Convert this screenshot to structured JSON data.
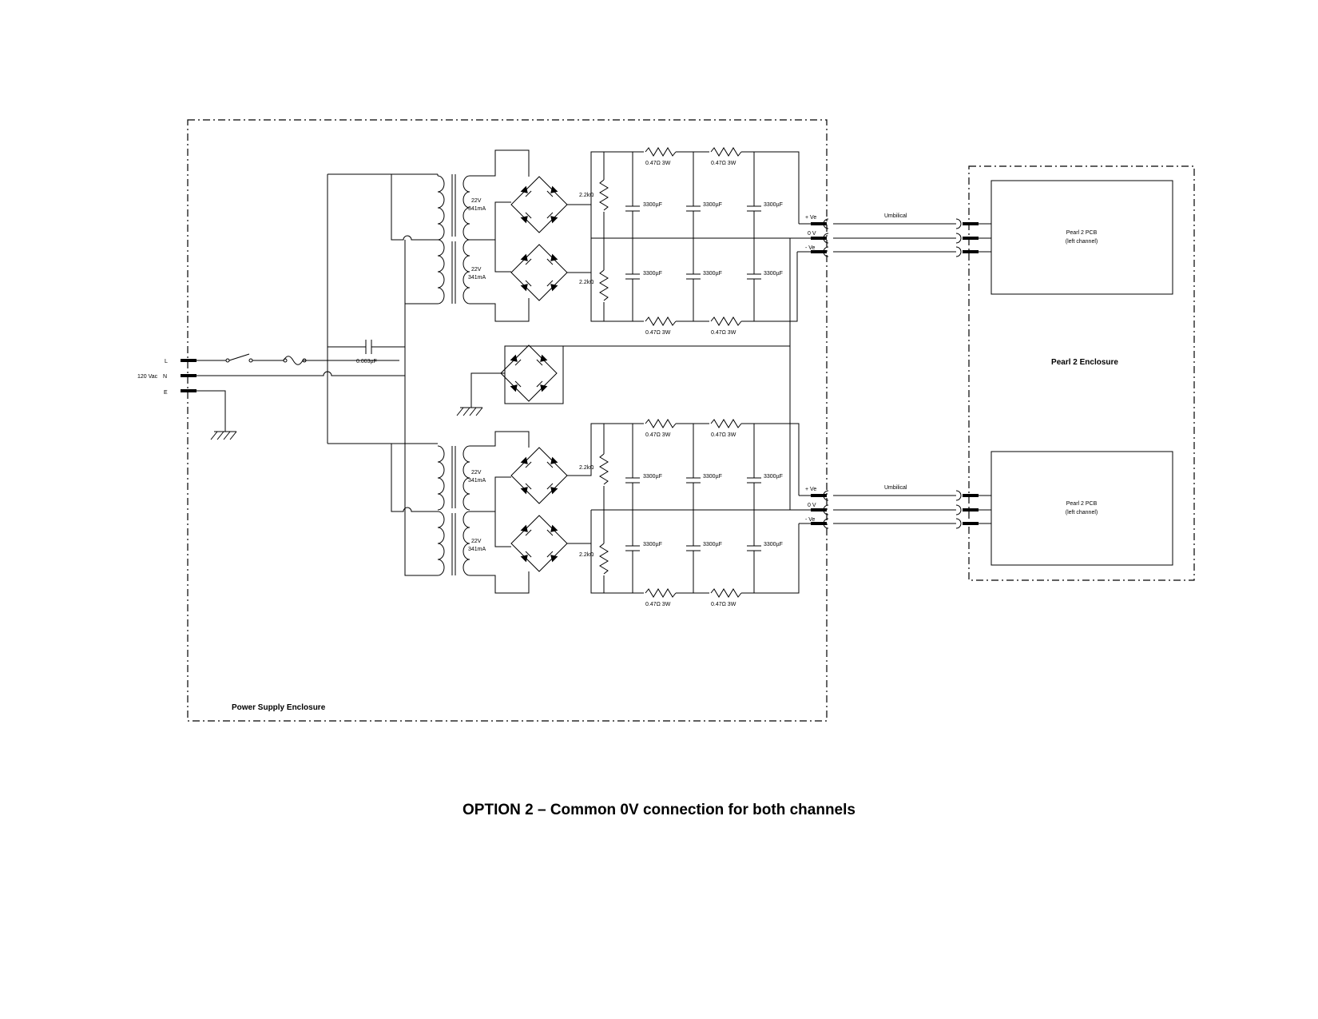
{
  "caption": "OPTION 2 – Common 0V connection for both channels",
  "psu": {
    "enclosure_label": "Power Supply Enclosure",
    "mains": {
      "l": "L",
      "n": "N",
      "e": "E",
      "voltage": "120 Vac"
    },
    "x_cap": "0.003µF",
    "transformer_voltage": "22V",
    "transformer_current": "341mA",
    "bleeder_resistor": "2.2kΩ",
    "filter_cap": "3300µF",
    "crc_resistor": "0.47Ω  3W",
    "out_pos": "+ Ve",
    "out_zero": "0 V",
    "out_neg": "- Ve"
  },
  "umbilical_label": "Umbilical",
  "pearl": {
    "enclosure_label": "Pearl 2 Enclosure",
    "pcb_upper": {
      "title": "Pearl 2 PCB",
      "subtitle": "(left channel)"
    },
    "pcb_lower": {
      "title": "Pearl 2 PCB",
      "subtitle": "(left channel)"
    }
  }
}
